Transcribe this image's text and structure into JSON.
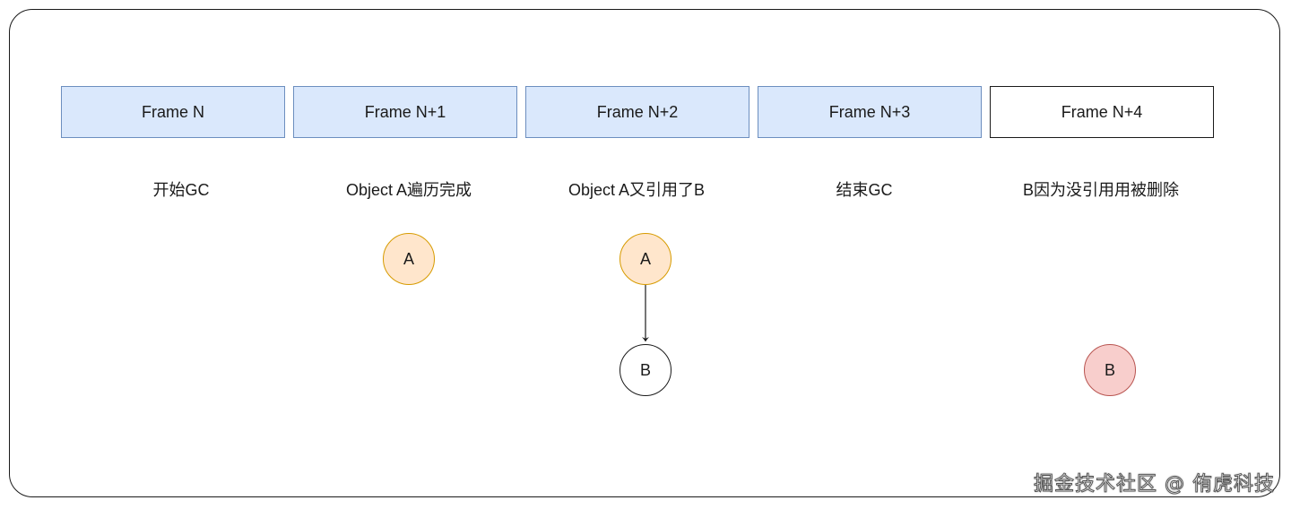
{
  "frames": [
    {
      "label": "Frame N"
    },
    {
      "label": "Frame N+1"
    },
    {
      "label": "Frame N+2"
    },
    {
      "label": "Frame N+3"
    },
    {
      "label": "Frame N+4"
    }
  ],
  "captions": [
    {
      "text": "开始GC"
    },
    {
      "text": "Object A遍历完成"
    },
    {
      "text": "Object A又引用了B"
    },
    {
      "text": "结束GC"
    },
    {
      "text": "B因为没引用用被删除"
    }
  ],
  "nodes": {
    "a1": {
      "label": "A"
    },
    "a2": {
      "label": "A"
    },
    "b2": {
      "label": "B"
    },
    "b4": {
      "label": "B"
    }
  },
  "colors": {
    "frame_fill": "#dae8fc",
    "frame_stroke": "#6c8ebf",
    "node_orange_fill": "#ffe6cc",
    "node_orange_stroke": "#d79b00",
    "node_red_fill": "#f8cecc",
    "node_red_stroke": "#b85450"
  },
  "watermark": {
    "text": "掘金技术社区 @ 侑虎科技"
  }
}
